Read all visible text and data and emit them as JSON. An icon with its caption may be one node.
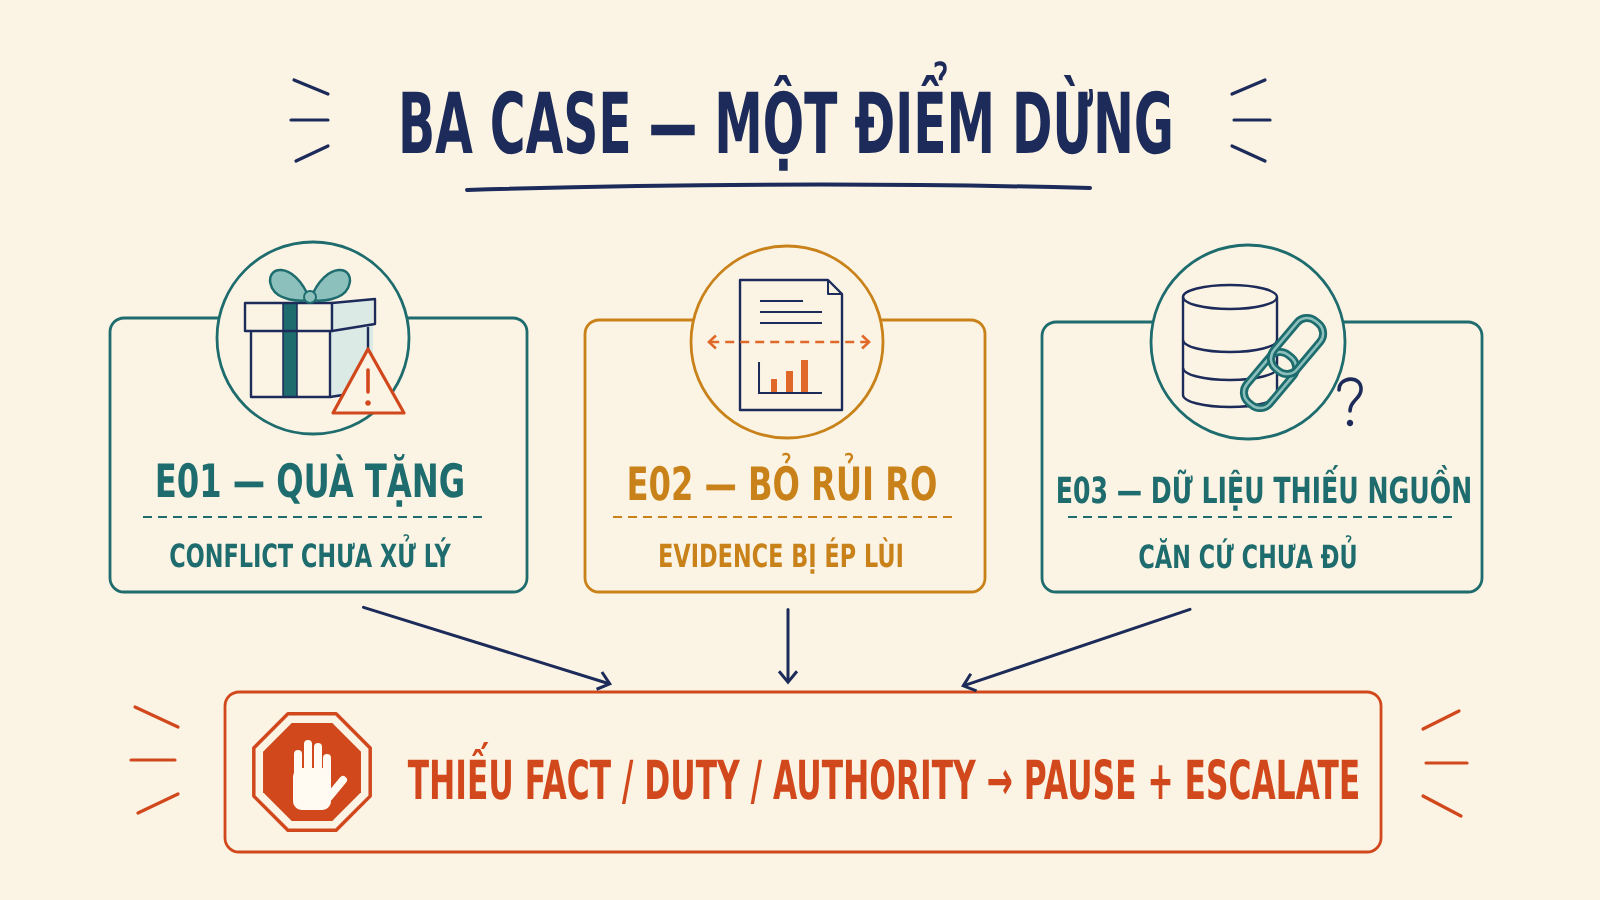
{
  "diagram": {
    "title": "BA CASE — MỘT ĐIỂM DỪNG",
    "nodes": [
      {
        "text": [
          "E01 — QUÀ TẶNG",
          "CONFLICT CHƯA XỬ LÝ"
        ]
      },
      {
        "text": [
          "E02 — BỎ RỦI RO",
          "EVIDENCE BỊ ÉP LÙI"
        ]
      },
      {
        "text": [
          "E03 — DỮ LIỆU THIẾU NGUỒN",
          "CĂN CỨ CHƯA ĐỦ"
        ]
      },
      {
        "text": [
          "THIẾU FACT / DUTY / AUTHORITY → PAUSE + ESCALATE"
        ]
      }
    ],
    "edges": [
      {
        "from": 0,
        "to": 3,
        "arrow": "to"
      },
      {
        "from": 1,
        "to": 3,
        "arrow": "to"
      },
      {
        "from": 2,
        "to": 3,
        "arrow": "to"
      }
    ]
  }
}
